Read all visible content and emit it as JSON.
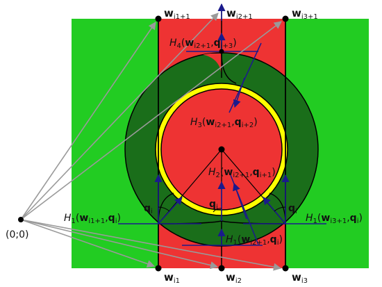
{
  "colors": {
    "outer": "#22cc22",
    "band": "#ee3333",
    "ring": "#1a6e1a",
    "core": "#ee3333",
    "rim": "#ffff00",
    "arrow_gray": "#9a9a9a",
    "arrow_blue": "#1a1a8c",
    "line": "#000000"
  },
  "labels": {
    "w_top_1": {
      "base": "w",
      "sub": "i1+1"
    },
    "w_top_2": {
      "base": "w",
      "sub": "i2+1"
    },
    "w_top_3": {
      "base": "w",
      "sub": "i3+1"
    },
    "w_bot_1": {
      "base": "w",
      "sub": "i1"
    },
    "w_bot_2": {
      "base": "w",
      "sub": "i2"
    },
    "w_bot_3": {
      "base": "w",
      "sub": "i3"
    },
    "origin": "(0;0)",
    "q_left": {
      "base": "q",
      "sub": "i"
    },
    "q_mid": {
      "base": "q",
      "sub": "i"
    },
    "q_right": {
      "base": "q",
      "sub": "i"
    },
    "h4": {
      "h": "H",
      "hsub": "4",
      "w": "w",
      "wsub": "i2+1",
      "q": "q",
      "qsub": "i+3"
    },
    "h3": {
      "h": "H",
      "hsub": "3",
      "w": "w",
      "wsub": "i2+1",
      "q": "q",
      "qsub": "i+2"
    },
    "h2": {
      "h": "H",
      "hsub": "2",
      "w": "w",
      "wsub": "i2+1",
      "q": "q",
      "qsub": "i+1"
    },
    "h1_left": {
      "h": "H",
      "hsub": "1",
      "w": "w",
      "wsub": "i1+1",
      "q": "q",
      "qsub": "i"
    },
    "h1_right": {
      "h": "H",
      "hsub": "1",
      "w": "w",
      "wsub": "i3+1",
      "q": "q",
      "qsub": "i"
    },
    "h1_bottom": {
      "h": "H",
      "hsub": "1",
      "w": "w",
      "wsub": "i2+1",
      "q": "q",
      "qsub": "i"
    }
  }
}
